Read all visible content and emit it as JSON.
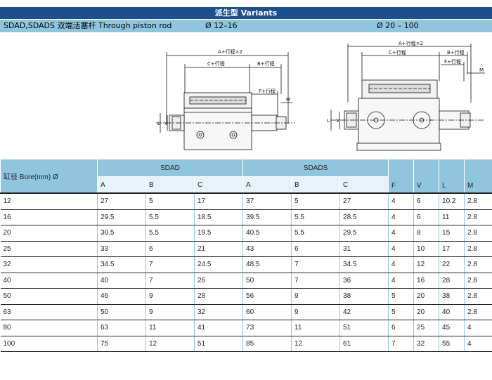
{
  "header": {
    "title": "派生型 Variants",
    "model": "SDAD,SDADS  双端活塞杆 Through piston rod",
    "range_small": "Ø 12–16",
    "range_large": "Ø 20 – 100"
  },
  "drawing": {
    "small": {
      "dim_total": "A+行程×2",
      "dim_c": "C+行程",
      "dim_b": "B+行程",
      "dim_f": "F+行程",
      "dim_m": "M",
      "dim_l": "L",
      "dim_v": "V"
    },
    "large": {
      "dim_total": "A+行程×2",
      "dim_c": "C+行程",
      "dim_b": "B+行程",
      "dim_f": "F+行程",
      "dim_m": "M",
      "dim_l": "L",
      "dim_v": "V"
    }
  },
  "table": {
    "bore_header": "缸径 Bore(mm) Ø",
    "group_sdad": "SDAD",
    "group_sdads": "SDADS",
    "col_f": "F",
    "col_v": "V",
    "col_l": "L",
    "col_m": "M",
    "sub_headers": [
      "A",
      "B",
      "C",
      "A",
      "B",
      "C"
    ],
    "rows": [
      [
        "12",
        "27",
        "5",
        "17",
        "37",
        "5",
        "27",
        "4",
        "6",
        "10.2",
        "2.8"
      ],
      [
        "16",
        "29.5",
        "5.5",
        "18.5",
        "39.5",
        "5.5",
        "28.5",
        "4",
        "6",
        "11",
        "2.8"
      ],
      [
        "20",
        "30.5",
        "5.5",
        "19.5",
        "40.5",
        "5.5",
        "29.5",
        "4",
        "8",
        "15",
        "2.8"
      ],
      [
        "25",
        "33",
        "6",
        "21",
        "43",
        "6",
        "31",
        "4",
        "10",
        "17",
        "2.8"
      ],
      [
        "32",
        "34.5",
        "7",
        "24.5",
        "48.5",
        "7",
        "34.5",
        "4",
        "12",
        "22",
        "2.8"
      ],
      [
        "40",
        "40",
        "7",
        "26",
        "50",
        "7",
        "36",
        "4",
        "16",
        "28",
        "2.8"
      ],
      [
        "50",
        "46",
        "9",
        "28",
        "56",
        "9",
        "38",
        "5",
        "20",
        "38",
        "2.8"
      ],
      [
        "63",
        "50",
        "9",
        "32",
        "60",
        "9",
        "42",
        "5",
        "20",
        "40",
        "2.8"
      ],
      [
        "80",
        "63",
        "11",
        "41",
        "73",
        "11",
        "51",
        "6",
        "25",
        "45",
        "4"
      ],
      [
        "100",
        "75",
        "12",
        "51",
        "85",
        "12",
        "61",
        "7",
        "32",
        "55",
        "4"
      ]
    ]
  }
}
